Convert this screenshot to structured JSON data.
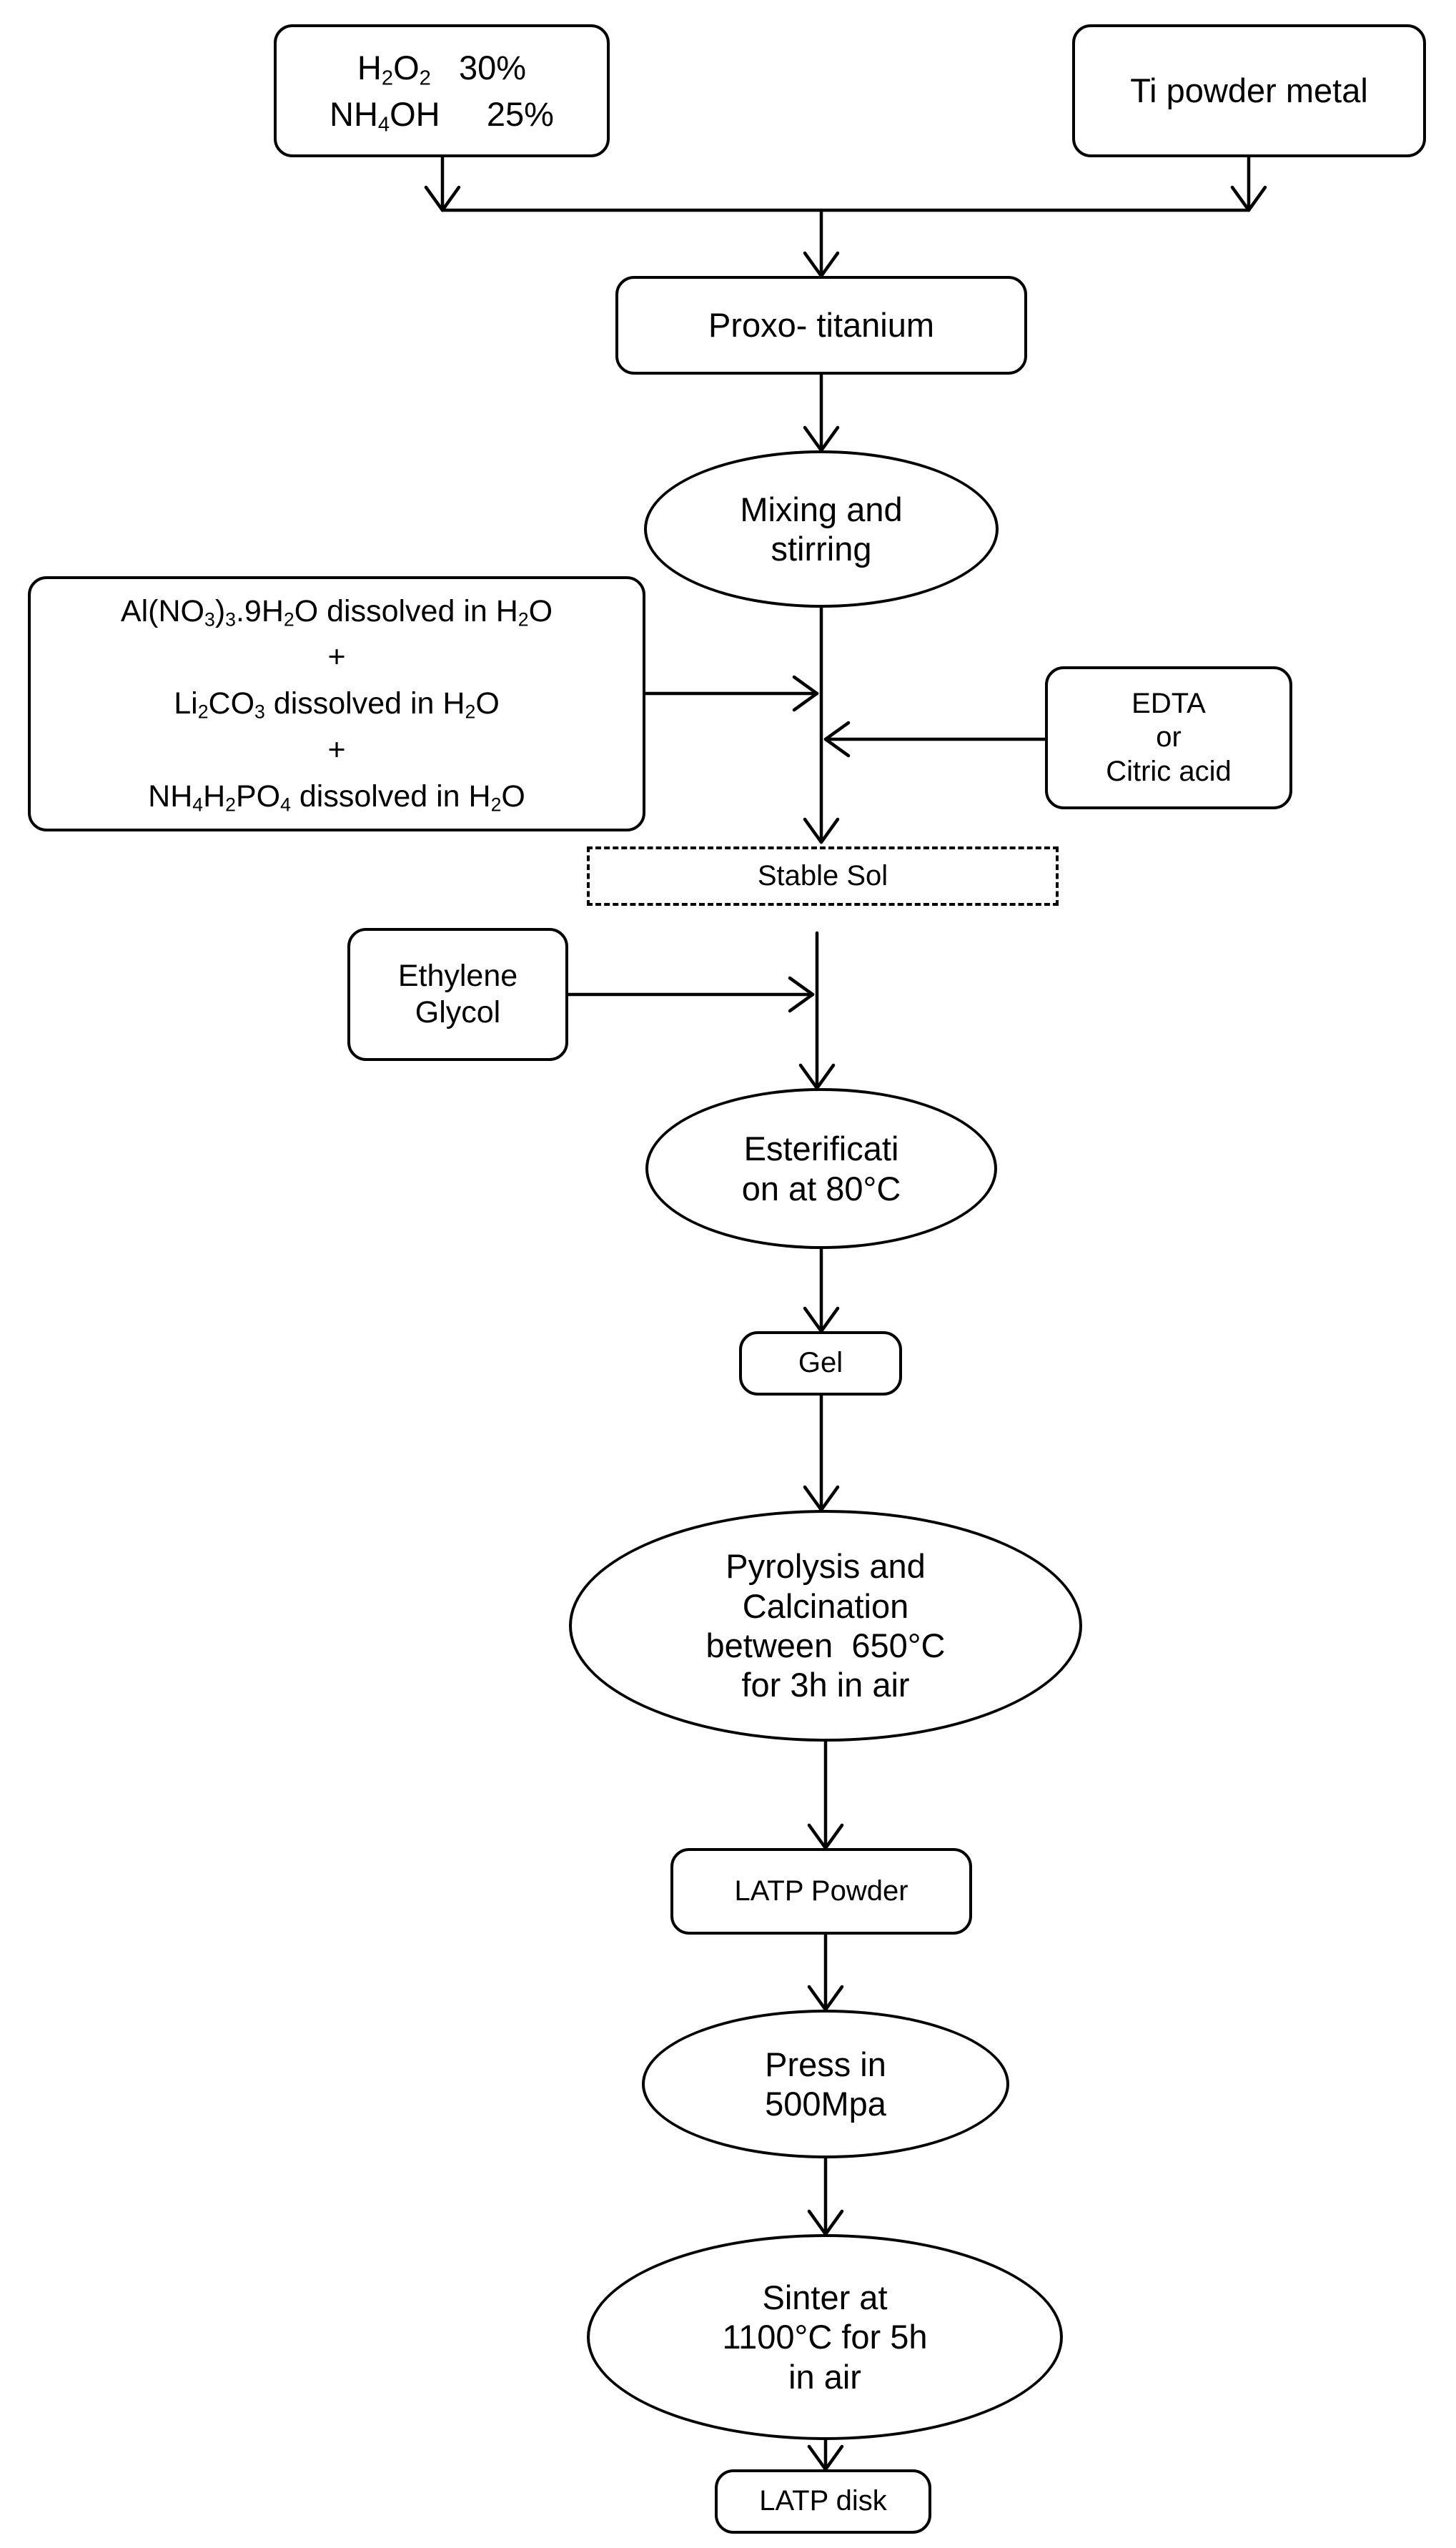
{
  "nodes": {
    "reagents": {
      "h2o2_label": "H2O2",
      "h2o2_value": "30%",
      "nh4oh_label": "NH4OH",
      "nh4oh_value": "25%"
    },
    "ti_powder": "Ti powder metal",
    "proxo": "Proxo- titanium",
    "mixing": [
      "Mixing and",
      "stirring"
    ],
    "salts": {
      "line1": "Al(NO3)3.9H2O dissolved in H2O",
      "plus1": "+",
      "line2": "Li2CO3 dissolved in H2O",
      "plus2": "+",
      "line3": "NH4H2PO4 dissolved in H2O"
    },
    "chelating": [
      "EDTA",
      "or",
      "Citric acid"
    ],
    "stable_sol": "Stable Sol",
    "ethylene_glycol": [
      "Ethylene",
      "Glycol"
    ],
    "esterification": [
      "Esterificati",
      "on at 80°C"
    ],
    "gel": "Gel",
    "pyrolysis": [
      "Pyrolysis and",
      "Calcination",
      "between  650°C",
      "for 3h in air"
    ],
    "latp_powder": "LATP Powder",
    "press": [
      "Press in",
      "500Mpa"
    ],
    "sinter": [
      "Sinter at",
      "1100°C for 5h",
      "in air"
    ],
    "latp_disk": "LATP disk"
  },
  "colors": {
    "stroke": "#000000",
    "background": "#ffffff"
  }
}
